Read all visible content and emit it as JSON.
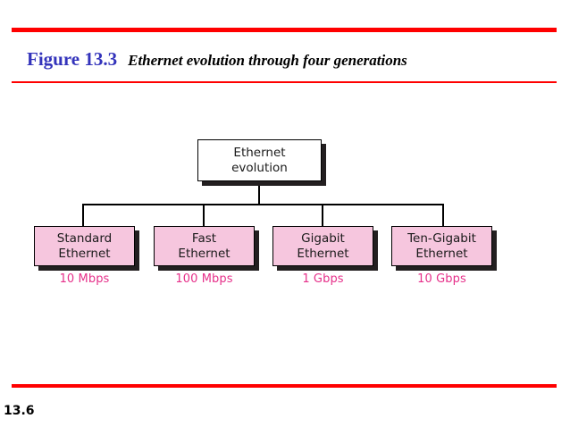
{
  "slide": {
    "number": "13.6",
    "background": "#FFFFFF",
    "rule_color": "#FF0000"
  },
  "title": {
    "figure_number": "Figure 13.3",
    "figure_number_color": "#3333BB",
    "caption": "Ethernet evolution through four generations",
    "caption_color": "#000000"
  },
  "diagram": {
    "type": "tree",
    "root": {
      "line1": "Ethernet",
      "line2": "evolution",
      "fill": "#FFFFFF",
      "border": "#000000",
      "shadow": "#231F20"
    },
    "children": [
      {
        "line1": "Standard",
        "line2": "Ethernet",
        "speed": "10 Mbps",
        "fill": "#F6C6DE",
        "speed_color": "#E6308A"
      },
      {
        "line1": "Fast",
        "line2": "Ethernet",
        "speed": "100 Mbps",
        "fill": "#F6C6DE",
        "speed_color": "#E6308A"
      },
      {
        "line1": "Gigabit",
        "line2": "Ethernet",
        "speed": "1 Gbps",
        "fill": "#F6C6DE",
        "speed_color": "#E6308A"
      },
      {
        "line1": "Ten-Gigabit",
        "line2": "Ethernet",
        "speed": "10 Gbps",
        "fill": "#F6C6DE",
        "speed_color": "#E6308A"
      }
    ]
  }
}
